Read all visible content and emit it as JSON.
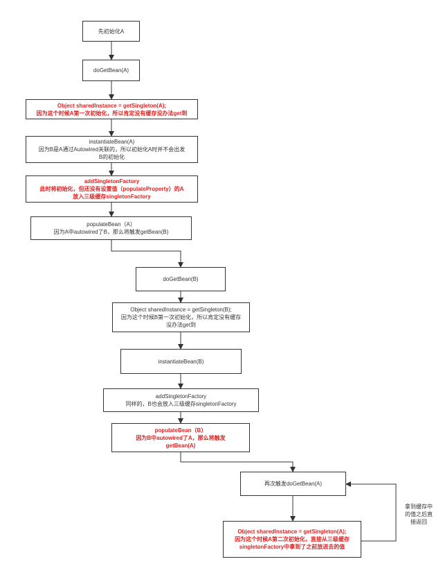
{
  "nodes": {
    "n1": {
      "lines": [
        "先初始化A"
      ]
    },
    "n2": {
      "lines": [
        "doGetBean(A)"
      ]
    },
    "n3": {
      "lines": [
        "Object sharedInstance = getSingleton(A);",
        "因为这个时候A第一次初始化，所以肯定没有缓存没办法get到"
      ]
    },
    "n4": {
      "lines": [
        "instantiateBean(A)",
        "因为B是A通过Autowired关联的，所以初始化A时并不会出发",
        "B的初始化"
      ]
    },
    "n5": {
      "lines": [
        "addSingletonFactory",
        "此时将初始化，但还没有设置值（populateProperty）的A",
        "放入三级缓存singletonFactory"
      ]
    },
    "n6": {
      "lines": [
        "populateBean（A）",
        "因为A中autowired了B，那么将触发getBean(B)"
      ]
    },
    "n7": {
      "lines": [
        "doGetBean(B)"
      ]
    },
    "n8": {
      "lines": [
        "Object sharedInstance = getSingleton(B);",
        "因为这个时候B第一次初始化，所以肯定没有缓存",
        "没办法get到"
      ]
    },
    "n9": {
      "lines": [
        "instantiateBean(B)"
      ]
    },
    "n10": {
      "lines": [
        "addSingletonFactory",
        "同样的，B也会放入三级缓存singletonFactory"
      ]
    },
    "n11": {
      "lines": [
        "populateBean（B）",
        "因为B中autowired了A，那么将触发",
        "getBean(A)"
      ]
    },
    "n12": {
      "lines": [
        "再次触发doGetBean(A)"
      ]
    },
    "n13": {
      "lines": [
        "Object sharedInstance = getSingleton(A);",
        "因为这个时候A第二次初始化，直接从三级缓存",
        "singletonFactory中拿到了之前放进去的值"
      ]
    }
  },
  "note": {
    "lines": [
      "拿到缓存中",
      "的值之后直",
      "接返回"
    ]
  },
  "colors": {
    "highlight": "#e02020",
    "line": "#333333",
    "text": "#333333"
  }
}
